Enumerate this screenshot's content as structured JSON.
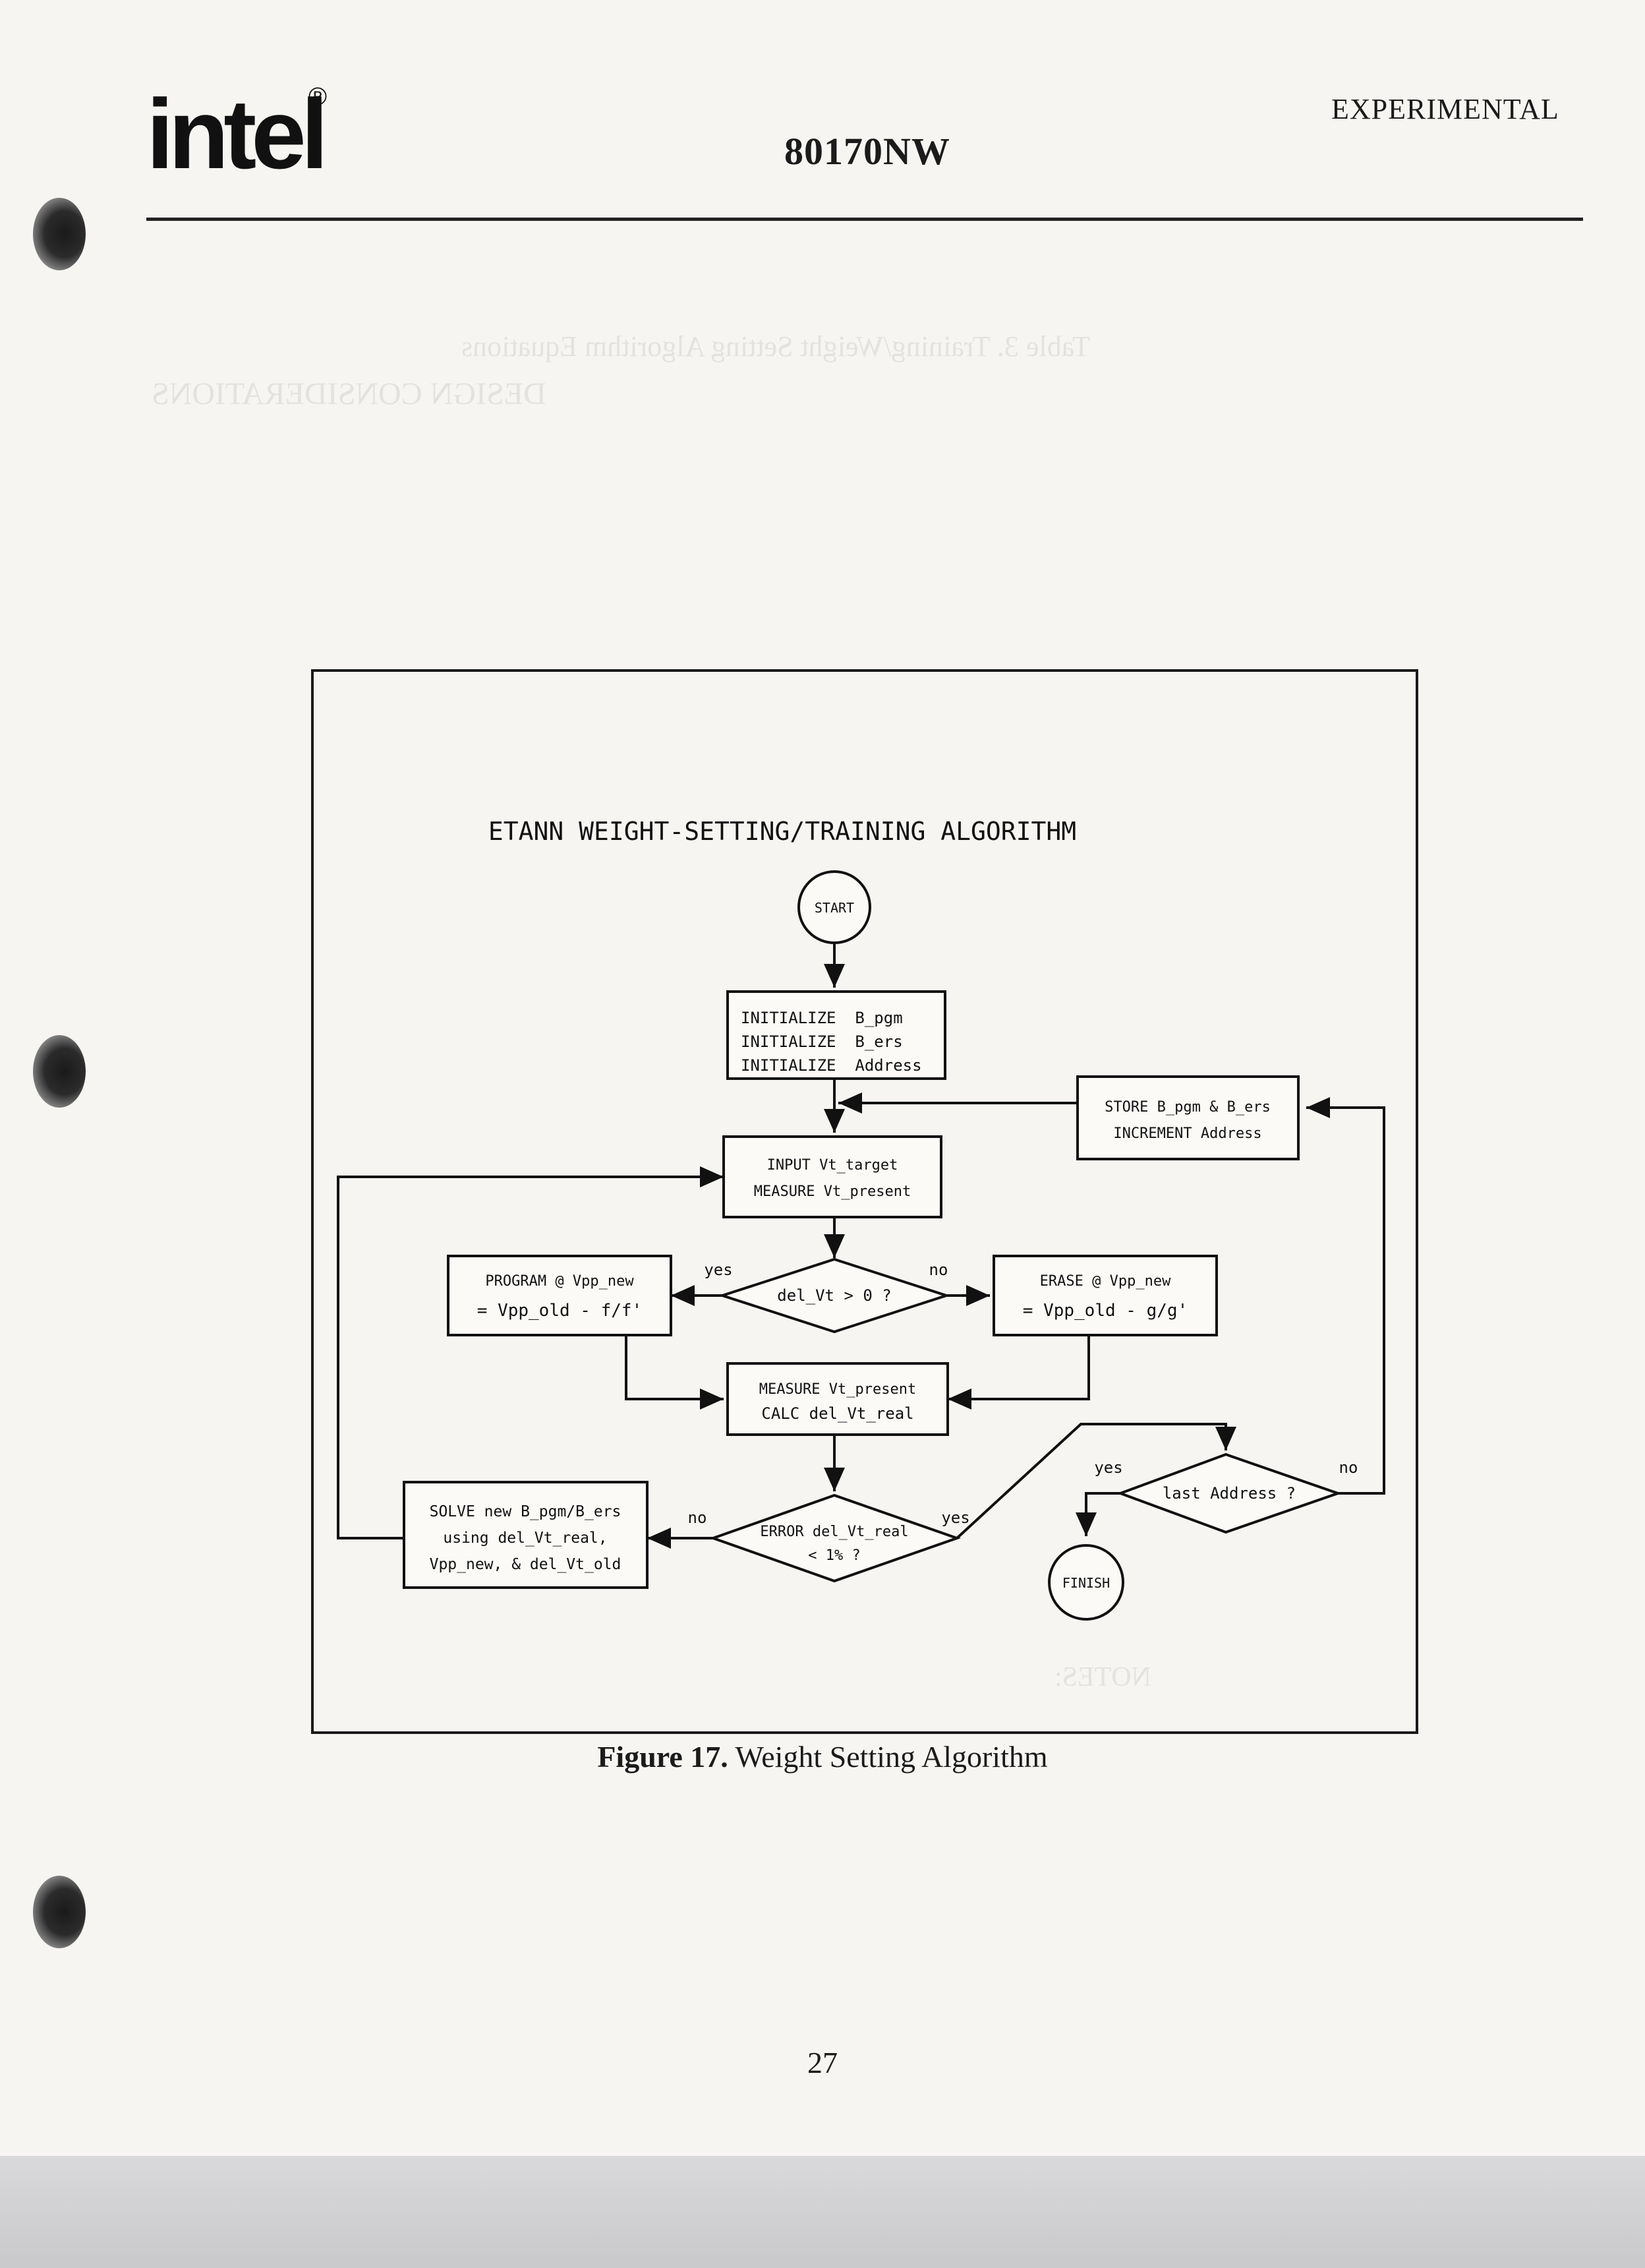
{
  "header": {
    "logo_text": "intel",
    "logo_mark": "®",
    "part_number": "80170NW",
    "status": "EXPERIMENTAL"
  },
  "figure": {
    "title": "ETANN WEIGHT-SETTING/TRAINING ALGORITHM",
    "nodes": {
      "start": "START",
      "init_1": "INITIALIZE  B_pgm",
      "init_2": "INITIALIZE  B_ers",
      "init_3": "INITIALIZE  Address",
      "store_1": "STORE B_pgm & B_ers",
      "store_2": "INCREMENT Address",
      "input_1": "INPUT Vt_target",
      "input_2": "MEASURE Vt_present",
      "program_1": "PROGRAM @ Vpp_new",
      "program_2": "= Vpp_old - f/f'",
      "decision_delvt": "del_Vt > 0 ?",
      "erase_1": "ERASE @ Vpp_new",
      "erase_2": "= Vpp_old - g/g'",
      "measure_1": "MEASURE Vt_present",
      "measure_2": "CALC del_Vt_real",
      "solve_1": "SOLVE new B_pgm/B_ers",
      "solve_2": "using del_Vt_real,",
      "solve_3": "Vpp_new, & del_Vt_old",
      "decision_error_1": "ERROR del_Vt_real",
      "decision_error_2": "< 1% ?",
      "decision_last": "last Address ?",
      "finish": "FINISH"
    },
    "edge_labels": {
      "delvt_yes": "yes",
      "delvt_no": "no",
      "error_no": "no",
      "error_yes": "yes",
      "last_yes": "yes",
      "last_no": "no"
    },
    "caption_number": "Figure 17.",
    "caption_text": "Weight Setting Algorithm"
  },
  "page_number": "27"
}
